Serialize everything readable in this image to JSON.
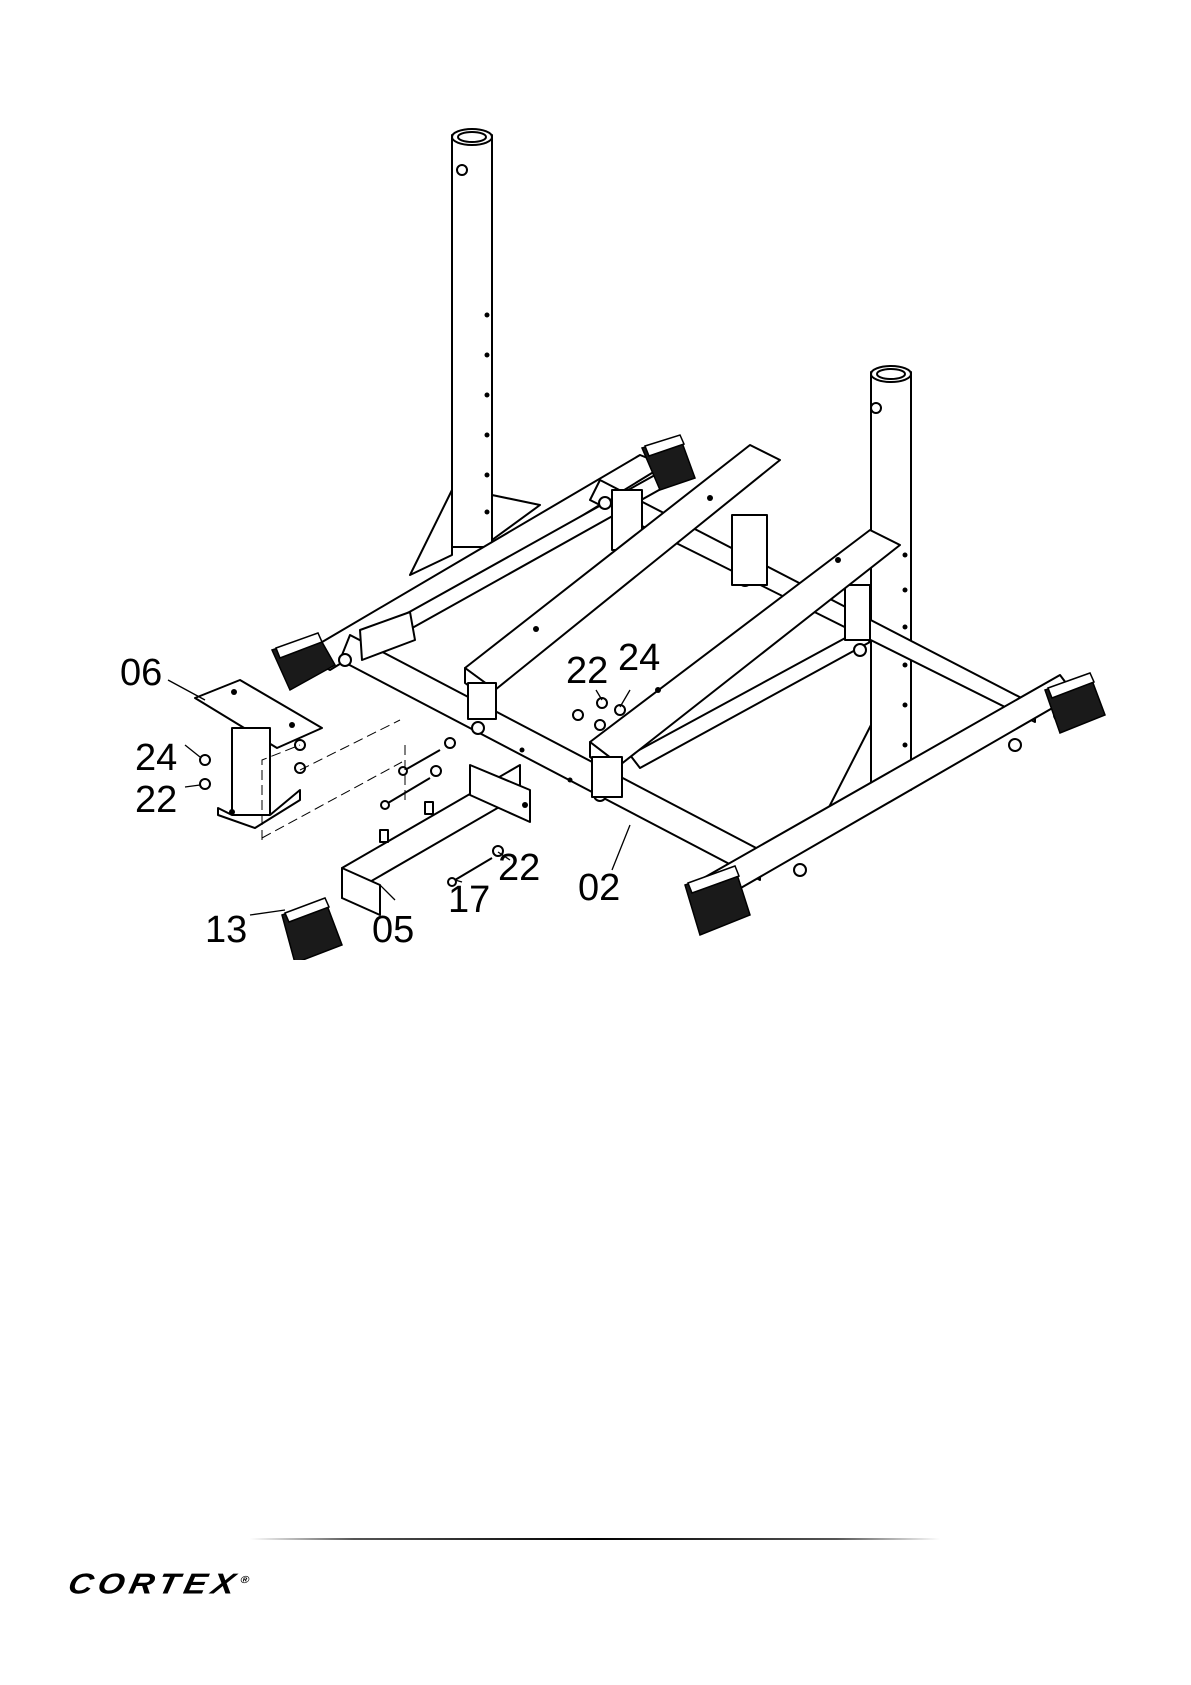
{
  "diagram": {
    "labels": {
      "part_06": "06",
      "part_24_left": "24",
      "part_22_left": "22",
      "part_13": "13",
      "part_05": "05",
      "part_17": "17",
      "part_22_bottom": "22",
      "part_02": "02",
      "part_22_top": "22",
      "part_24_top": "24"
    }
  },
  "footer": {
    "brand": "CORTEX",
    "registered": "®"
  }
}
